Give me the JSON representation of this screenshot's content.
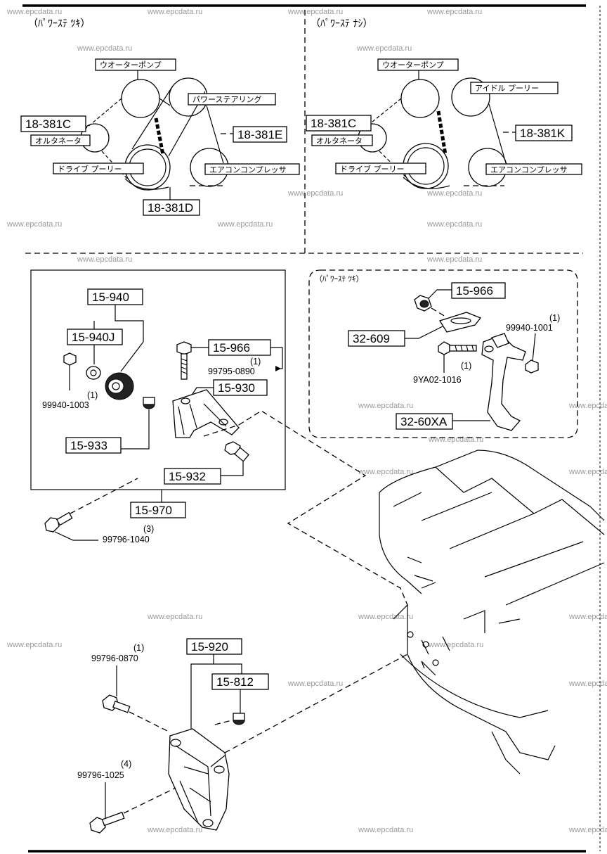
{
  "headers": {
    "left_title": "（ﾊﾟﾜｰｽﾃ ﾂｷ）",
    "right_title": "（ﾊﾟﾜｰｽﾃ ﾅｼ）",
    "box_title": "（ﾊﾟﾜｰｽﾃ ﾂｷ）"
  },
  "belt_left": {
    "water_pump": "ウオーターポンプ",
    "power_steering": "パワーステアリング",
    "alternator": "オルタネータ",
    "drive_pulley": "ドライブ プーリー",
    "aircon": "エアコンコンプレッサ",
    "belt_c": "18-381C",
    "belt_e": "18-381E",
    "belt_d": "18-381D"
  },
  "belt_right": {
    "water_pump": "ウオーターポンプ",
    "idle_pulley": "アイドル プーリー",
    "alternator": "オルタネータ",
    "drive_pulley": "ドライブ プーリー",
    "aircon": "エアコンコンプレッサ",
    "belt_c": "18-381C",
    "belt_k": "18-381K"
  },
  "parts_left": {
    "p15940": "15-940",
    "p15940j": "15-940J",
    "p15966": "15-966",
    "qty_99795": "(1)",
    "n99795": "99795-0890",
    "p15930": "15-930",
    "qty_99940": "(1)",
    "n99940": "99940-1003",
    "p15933": "15-933",
    "p15932": "15-932",
    "p15970": "15-970",
    "qty_99796_1040": "(3)",
    "n99796_1040": "99796-1040"
  },
  "parts_right": {
    "p15966": "15-966",
    "p32609": "32-609",
    "qty_99940_1001": "(1)",
    "n99940_1001": "99940-1001",
    "qty_9ya02": "(1)",
    "n9ya02": "9YA02-1016",
    "p3260xa": "32-60XA"
  },
  "parts_bottom": {
    "qty_0870": "(1)",
    "n0870": "99796-0870",
    "p15920": "15-920",
    "p15812": "15-812",
    "qty_1025": "(4)",
    "n1025": "99796-1025"
  },
  "watermark": "www.epcdata.ru"
}
